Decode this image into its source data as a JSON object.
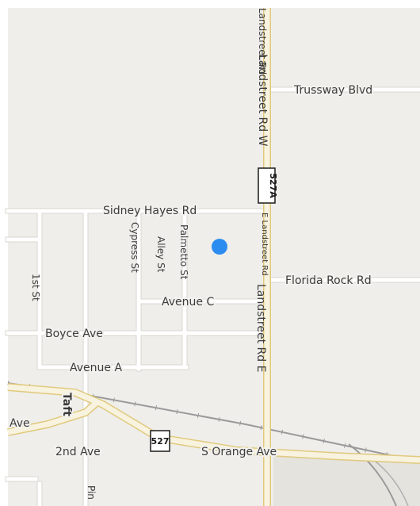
{
  "map": {
    "colors": {
      "land": "#efeeea",
      "minor_road": "#ffffff",
      "minor_road_casing": "#d9d7cf",
      "major_road": "#f8f3df",
      "major_road_casing": "#e0c97d",
      "railway": "#9a9a9a",
      "location_dot": "#2d8cf0",
      "block": "#e4e3de"
    },
    "labels": {
      "landstreet_top": "Landstreet Rd",
      "landstreet_w": "Landstreet Rd W",
      "trussway": "Trussway Blvd",
      "sidney_hayes": "Sidney Hayes Rd",
      "cypress": "Cypress St",
      "alley": "Alley St",
      "palmetto": "Palmetto St",
      "e_landstreet_small": "E Landstreet Rd",
      "landstreet_e": "Landstreet Rd E",
      "florida_rock": "Florida Rock Rd",
      "first_st": "1st St",
      "avenue_c": "Avenue C",
      "boyce": "Boyce Ave",
      "avenue_a": "Avenue A",
      "taft": "Taft",
      "ave_left": "Ave",
      "second_ave": "2nd Ave",
      "s_orange": "S Orange Ave",
      "pine_partial": "Pin"
    },
    "shields": {
      "sr_527a": "527A",
      "sr_527": "527"
    },
    "icons": {
      "location": "current-location-dot"
    }
  }
}
